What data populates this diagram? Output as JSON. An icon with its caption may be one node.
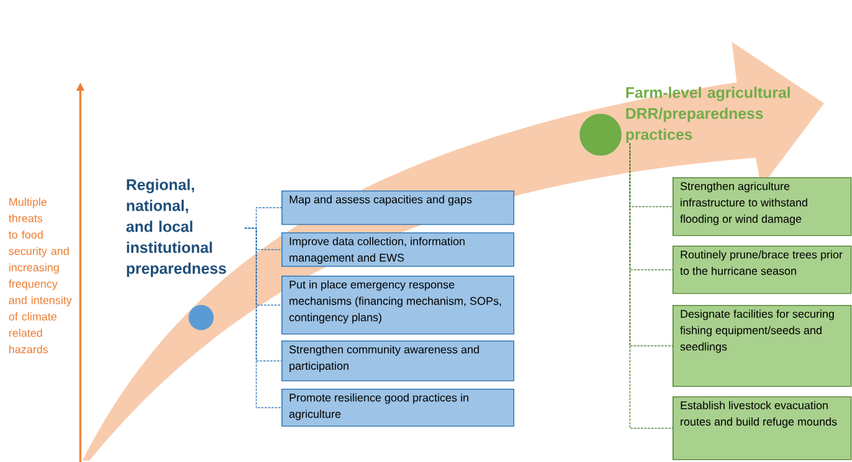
{
  "diagram": {
    "nodes": [
      {
        "text": [
          "Regional, national, and local institutional preparedness"
        ]
      },
      {
        "text": [
          "Map and assess capacities and gaps"
        ]
      },
      {
        "text": [
          "Improve data collection, information management and EWS"
        ]
      },
      {
        "text": [
          "Put in place emergency response mechanisms (financing mechanism, SOPs, contingency plans)"
        ]
      },
      {
        "text": [
          "Strengthen community awareness and participation"
        ]
      },
      {
        "text": [
          "Promote resilience good practices in agriculture"
        ]
      },
      {
        "text": [],
        "shape": "circle"
      },
      {
        "text": [],
        "shape": "circle"
      },
      {
        "text": [
          "Farm-level agricultural DRR/preparedness practices"
        ]
      },
      {
        "text": [
          "Strengthen agriculture infrastructure to withstand flooding or wind damage"
        ]
      },
      {
        "text": [
          "Routinely prune/brace trees prior to the hurricane season"
        ]
      },
      {
        "text": [
          "Designate facilities for securing fishing equipment/seeds and seedlings"
        ]
      },
      {
        "text": [
          "Establish livestock evacuation routes and build refuge mounds"
        ]
      }
    ],
    "edges": [
      {
        "from": 0,
        "to": 1,
        "arrow": "none",
        "style": "dashed",
        "color": "#2e75b6"
      },
      {
        "from": 0,
        "to": 2,
        "arrow": "none",
        "style": "dashed",
        "color": "#2e75b6"
      },
      {
        "from": 0,
        "to": 3,
        "arrow": "none",
        "style": "dashed",
        "color": "#2e75b6"
      },
      {
        "from": 0,
        "to": 4,
        "arrow": "none",
        "style": "dashed",
        "color": "#2e75b6"
      },
      {
        "from": 0,
        "to": 5,
        "arrow": "none",
        "style": "dashed",
        "color": "#2e75b6"
      },
      {
        "from": 8,
        "to": 9,
        "arrow": "none",
        "style": "dashed",
        "color": "#538135"
      },
      {
        "from": 8,
        "to": 10,
        "arrow": "none",
        "style": "dashed",
        "color": "#538135"
      },
      {
        "from": 8,
        "to": 11,
        "arrow": "none",
        "style": "dashed",
        "color": "#538135"
      },
      {
        "from": 8,
        "to": 12,
        "arrow": "none",
        "style": "dashed",
        "color": "#538135"
      }
    ],
    "labels": [
      "Multiple threats to food security and increasing frequency and intensity of climate related hazards"
    ]
  }
}
